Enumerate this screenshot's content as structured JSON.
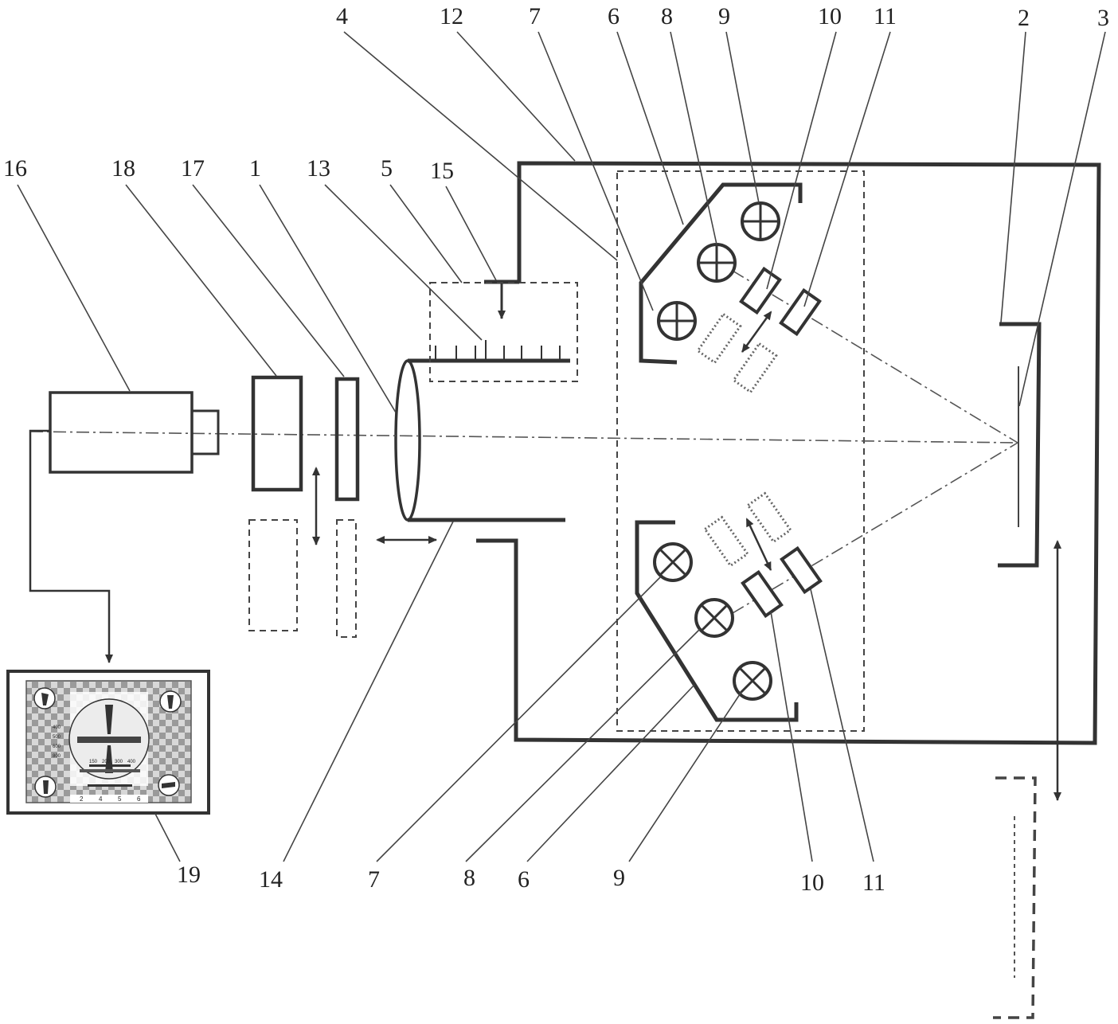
{
  "figure": {
    "labels": {
      "l1": "1",
      "l2": "2",
      "l3": "3",
      "l4": "4",
      "l5": "5",
      "l6_top": "6",
      "l6_bottom": "6",
      "l7_top": "7",
      "l7_bottom": "7",
      "l8_top": "8",
      "l8_bottom": "8",
      "l9_top": "9",
      "l9_bottom": "9",
      "l10_top": "10",
      "l10_bottom": "10",
      "l11_top": "11",
      "l11_bottom": "11",
      "l12": "12",
      "l13": "13",
      "l14": "14",
      "l15": "15",
      "l16": "16",
      "l17": "17",
      "l18": "18",
      "l19": "19"
    },
    "test_chart": {
      "scale_numbers": [
        "2",
        "4",
        "5",
        "6"
      ],
      "row_numbers": [
        "400",
        "500",
        "600",
        "800"
      ],
      "line_values": [
        "150",
        "200",
        "300",
        "400"
      ]
    }
  }
}
